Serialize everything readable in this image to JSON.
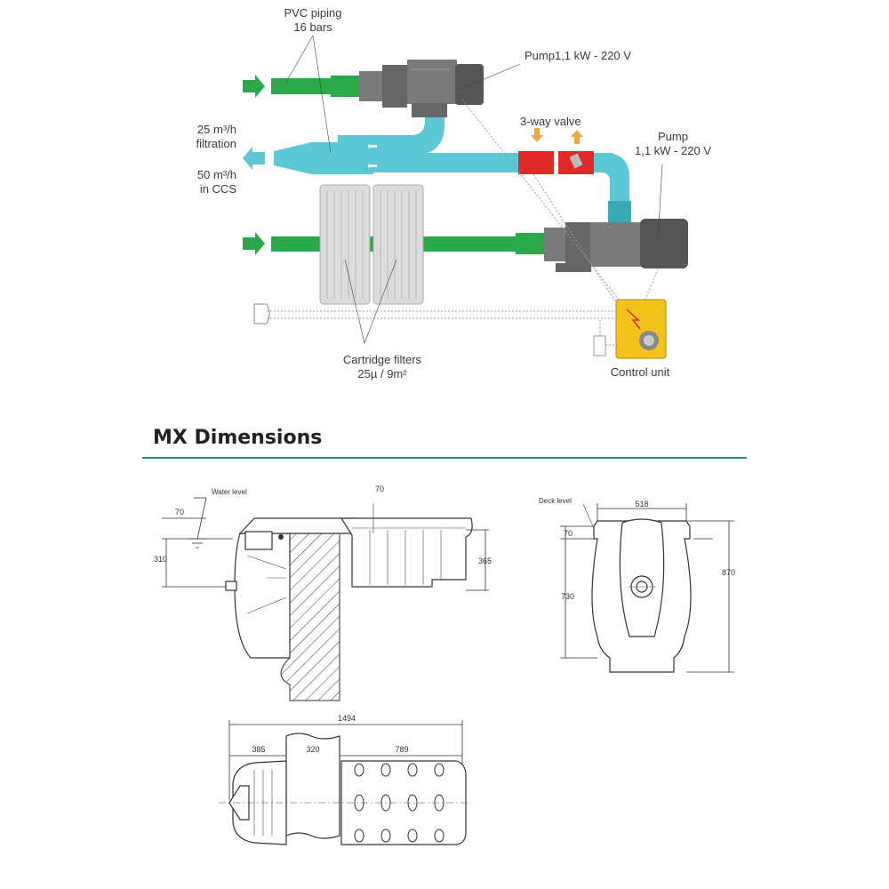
{
  "colors": {
    "green": "#2aa84a",
    "cyan": "#5cc8d6",
    "cyan_dark": "#3aa9b8",
    "grey": "#7a7a7a",
    "grey_dark": "#555555",
    "red": "#e02a2a",
    "yellow": "#f2c21a",
    "teal_rule": "#2a8a8e"
  },
  "schematic": {
    "pvc_label_1": "PVC piping",
    "pvc_label_2": "16 bars",
    "pump_top_label": "Pump1,1 kW - 220 V",
    "valve_label": "3-way valve",
    "pump_right_label_1": "Pump",
    "pump_right_label_2": "1,1 kW - 220 V",
    "flow_a_1": "25 m³/h",
    "flow_a_2": "filtration",
    "flow_b_1": "50 m³/h",
    "flow_b_2": "in CCS",
    "filters_label_1": "Cartridge filters",
    "filters_label_2": "25µ / 9m²",
    "control_label": "Control unit"
  },
  "section": {
    "title": "MX Dimensions"
  },
  "side_view": {
    "water_level": "Water level",
    "dim_70_left": "70",
    "dim_70_top": "70",
    "dim_310": "310",
    "dim_365": "365"
  },
  "front_view": {
    "deck_level": "Deck level",
    "dim_518": "518",
    "dim_70": "70",
    "dim_730": "730",
    "dim_870": "870"
  },
  "top_view": {
    "dim_1494": "1494",
    "dim_385": "385",
    "dim_320": "320",
    "dim_789": "789"
  }
}
